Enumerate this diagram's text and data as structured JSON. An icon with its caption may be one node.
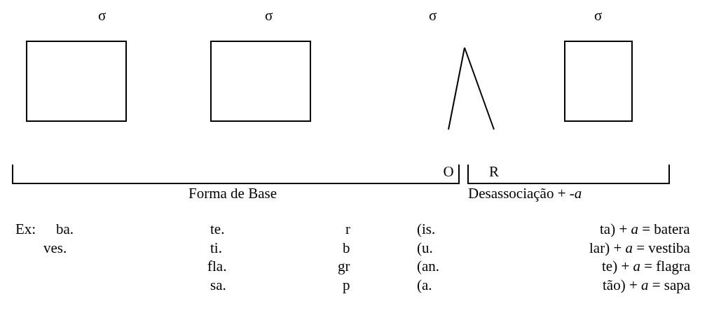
{
  "diagram": {
    "nodes": [
      {
        "text": [],
        "shape": "box",
        "beside": [
          "σ"
        ]
      },
      {
        "text": [],
        "shape": "box",
        "beside": [
          "σ"
        ]
      },
      {
        "text": [
          "σ"
        ]
      },
      {
        "text": [],
        "shape": "box",
        "beside": [
          "σ"
        ]
      },
      {
        "text": [
          "O"
        ]
      },
      {
        "text": [
          "R"
        ]
      }
    ],
    "edges": [
      {
        "from": 2,
        "to": 4,
        "arrow": "none"
      },
      {
        "from": 2,
        "to": 5,
        "arrow": "none"
      }
    ],
    "labels": [
      "Forma de Base",
      "Desassociação + -*a*",
      "Ex:",
      "ba.",
      "te.",
      "r",
      "(is.",
      "ta) + *a* = batera",
      "ves.",
      "ti.",
      "b",
      "(u.",
      "lar) + *a* = vestiba",
      "fla.",
      "gr",
      "(an.",
      "te) + *a* = flagra",
      "sa.",
      "p",
      "(a.",
      "tão) + *a* = sapa"
    ]
  }
}
